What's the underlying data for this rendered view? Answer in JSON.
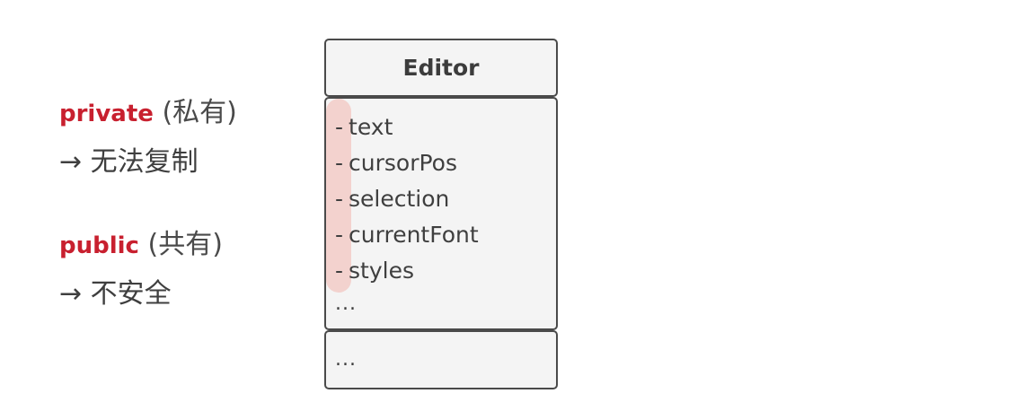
{
  "annotations": {
    "private": {
      "keyword": "private",
      "paren": "(私有)",
      "consequence": "→ 无法复制"
    },
    "public": {
      "keyword": "public",
      "paren": "(共有)",
      "consequence": "→ 不安全"
    }
  },
  "uml_class": {
    "name": "Editor",
    "fields": [
      {
        "visibility": "-",
        "name": "text"
      },
      {
        "visibility": "-",
        "name": "cursorPos"
      },
      {
        "visibility": "-",
        "name": "selection"
      },
      {
        "visibility": "-",
        "name": "currentFont"
      },
      {
        "visibility": "-",
        "name": "styles"
      }
    ],
    "fields_more": "...",
    "methods_more": "..."
  },
  "colors": {
    "keyword": "#c8202f",
    "highlight": "#f2a8a0",
    "box_fill": "#f4f4f4",
    "box_border": "#4a4a4a"
  }
}
